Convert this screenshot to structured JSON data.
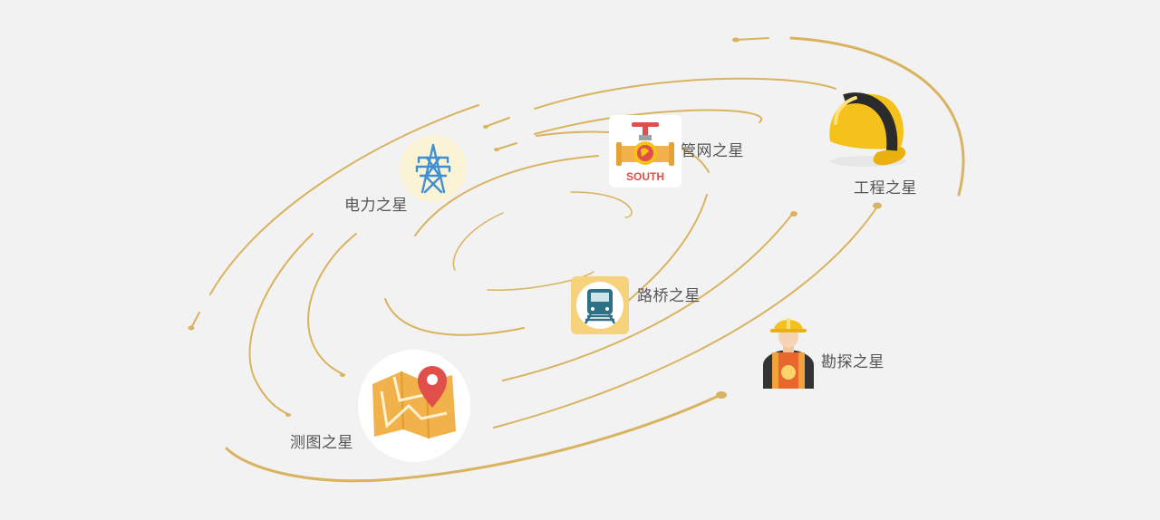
{
  "stars": {
    "power": {
      "label": "电力之星",
      "icon": "power-tower-icon"
    },
    "pipe": {
      "label": "管网之星",
      "icon": "pipe-valve-icon",
      "badge": "SOUTH"
    },
    "engineering": {
      "label": "工程之星",
      "icon": "hard-hat-icon"
    },
    "road": {
      "label": "路桥之星",
      "icon": "train-icon"
    },
    "survey": {
      "label": "勘探之星",
      "icon": "surveyor-worker-icon"
    },
    "mapping": {
      "label": "测图之星",
      "icon": "map-pin-icon"
    }
  },
  "colors": {
    "orbit": "#d9b35f",
    "background": "#f2f2f2",
    "label": "#555555",
    "map_orange": "#f2b24b",
    "pin_red": "#e04f4a",
    "helmet_yellow": "#f5c21b",
    "train_teal": "#2e7187",
    "tower_blue": "#3d8fd6"
  }
}
